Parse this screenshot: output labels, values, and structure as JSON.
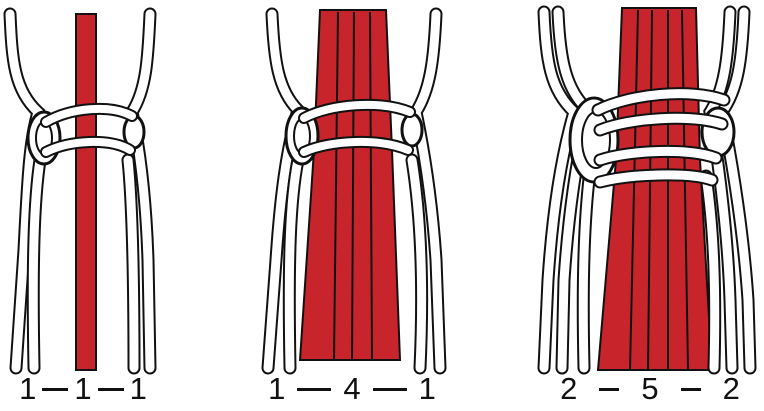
{
  "figure": {
    "colors": {
      "core_cord": "#c8242b",
      "working_cord_fill": "#ffffff",
      "outline": "#111111"
    },
    "panels": [
      {
        "left": "1",
        "center": "1",
        "right": "1"
      },
      {
        "left": "1",
        "center": "4",
        "right": "1"
      },
      {
        "left": "2",
        "center": "5",
        "right": "2"
      }
    ]
  }
}
